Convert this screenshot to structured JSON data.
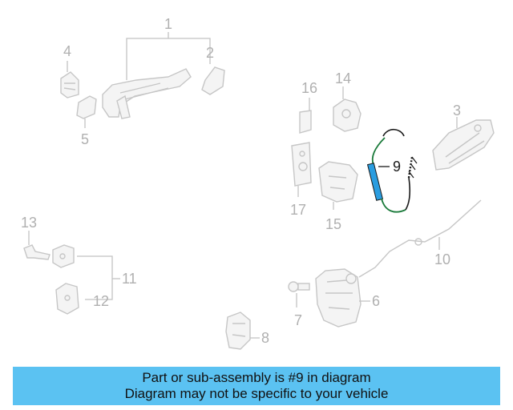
{
  "callouts": {
    "c1": "1",
    "c2": "2",
    "c3": "3",
    "c4": "4",
    "c5": "5",
    "c6": "6",
    "c7": "7",
    "c8": "8",
    "c9": "9",
    "c10": "10",
    "c11": "11",
    "c12": "12",
    "c13": "13",
    "c14": "14",
    "c15": "15",
    "c16": "16",
    "c17": "17"
  },
  "highlight": {
    "part_number": "9",
    "color": "#2a9de0",
    "cable_color": "#1a7a3a"
  },
  "banner": {
    "line1": "Part or sub-assembly is #9 in diagram",
    "line2": "Diagram may not be specific to your vehicle",
    "background": "#5bc2f2"
  }
}
